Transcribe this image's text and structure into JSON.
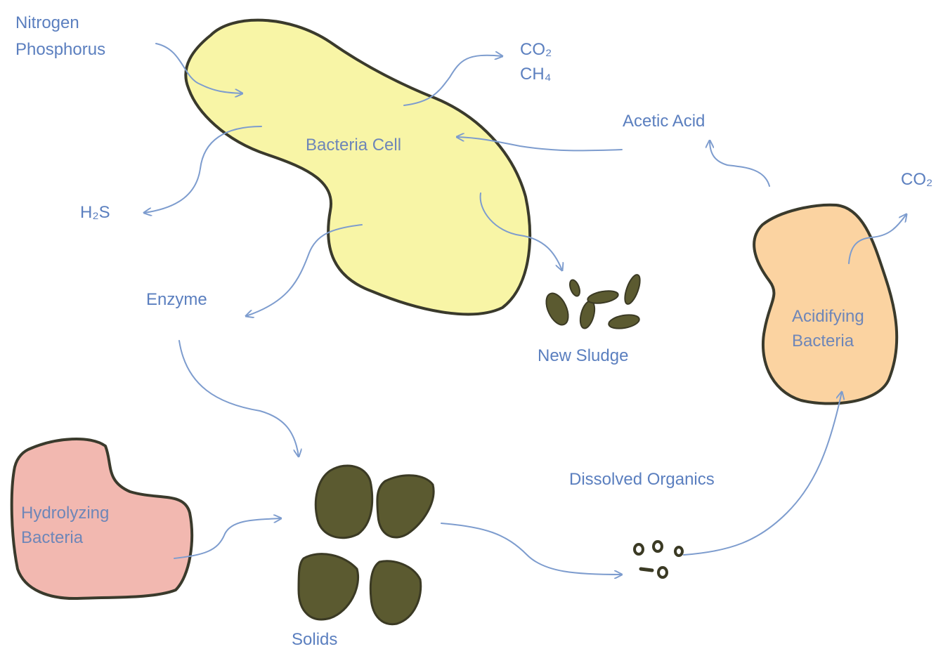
{
  "colors": {
    "label_text": "#5b7fbf",
    "arrow": "#7d9cce",
    "bacteria_cell_fill": "#f8f5a6",
    "acidifying_fill": "#fbd3a1",
    "hydrolyzing_fill": "#f2b8b0",
    "solids_fill": "#5b5a30",
    "outline": "#3a3a2c"
  },
  "labels": {
    "nitrogen": "Nitrogen",
    "phosphorus": "Phosphorus",
    "co2": "CO₂",
    "ch4": "CH₄",
    "acetic_acid": "Acetic Acid",
    "co2_right": "CO₂",
    "h2s": "H₂S",
    "enzyme": "Enzyme",
    "new_sludge": "New Sludge",
    "dissolved_organics": "Dissolved Organics",
    "solids": "Solids"
  },
  "blobs": {
    "bacteria_cell": "Bacteria Cell",
    "acidifying_line1": "Acidifying",
    "acidifying_line2": "Bacteria",
    "hydrolyzing_line1": "Hydrolyzing",
    "hydrolyzing_line2": "Bacteria"
  }
}
